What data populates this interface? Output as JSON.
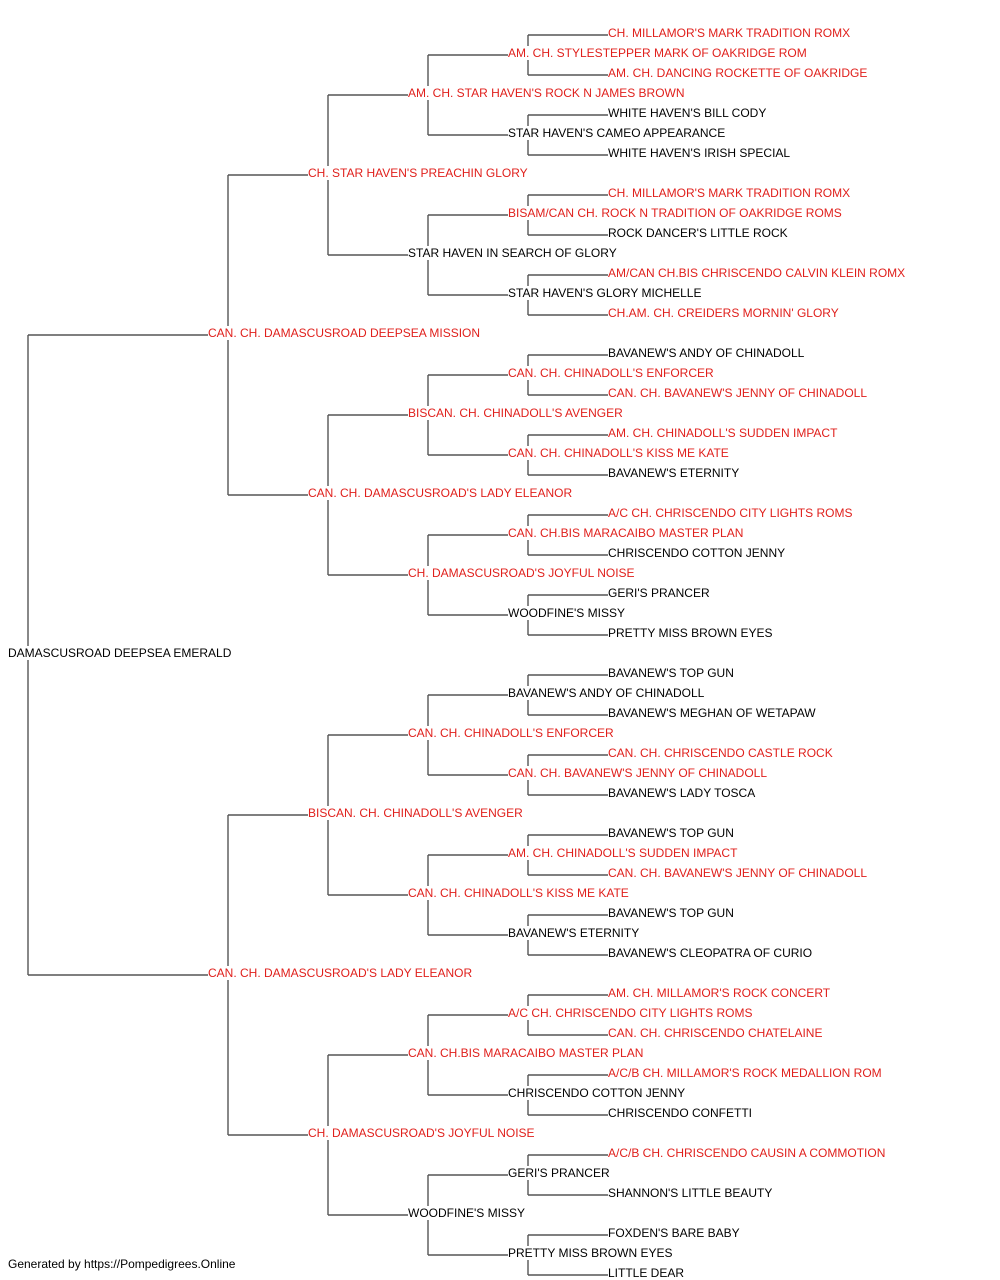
{
  "colors": {
    "champion": "#e0201c",
    "regular": "#000000",
    "connector": "#555555"
  },
  "subject": "DAMASCUSROAD DEEPSEA EMERALD",
  "pedigree": {
    "name": "DAMASCUSROAD DEEPSEA EMERALD",
    "champion": false,
    "sire": {
      "name": "CAN. CH. DAMASCUSROAD DEEPSEA MISSION",
      "champion": true,
      "sire": {
        "name": "CH. STAR HAVEN'S PREACHIN GLORY",
        "champion": true,
        "sire": {
          "name": "AM. CH. STAR HAVEN'S ROCK N JAMES BROWN",
          "champion": true,
          "sire": {
            "name": "AM. CH. STYLESTEPPER MARK OF OAKRIDGE ROM",
            "champion": true,
            "sire": {
              "name": "CH. MILLAMOR'S MARK TRADITION ROMX",
              "champion": true
            },
            "dam": {
              "name": "AM. CH. DANCING ROCKETTE OF OAKRIDGE",
              "champion": true
            }
          },
          "dam": {
            "name": "STAR HAVEN'S CAMEO APPEARANCE",
            "champion": false,
            "sire": {
              "name": "WHITE HAVEN'S BILL CODY",
              "champion": false
            },
            "dam": {
              "name": "WHITE HAVEN'S IRISH SPECIAL",
              "champion": false
            }
          }
        },
        "dam": {
          "name": "STAR HAVEN IN SEARCH OF GLORY",
          "champion": false,
          "sire": {
            "name": "BISAM/CAN CH. ROCK N TRADITION OF OAKRIDGE ROMS",
            "champion": true,
            "sire": {
              "name": "CH. MILLAMOR'S MARK TRADITION ROMX",
              "champion": true
            },
            "dam": {
              "name": "ROCK DANCER'S LITTLE ROCK",
              "champion": false
            }
          },
          "dam": {
            "name": "STAR HAVEN'S GLORY MICHELLE",
            "champion": false,
            "sire": {
              "name": "AM/CAN CH.BIS CHRISCENDO CALVIN KLEIN ROMX",
              "champion": true
            },
            "dam": {
              "name": "CH.AM. CH. CREIDERS MORNIN' GLORY",
              "champion": true
            }
          }
        }
      },
      "dam": {
        "name": "CAN. CH. DAMASCUSROAD'S LADY ELEANOR",
        "champion": true,
        "sire": {
          "name": "BISCAN. CH. CHINADOLL'S AVENGER",
          "champion": true,
          "sire": {
            "name": "CAN. CH. CHINADOLL'S ENFORCER",
            "champion": true,
            "sire": {
              "name": "BAVANEW'S ANDY OF CHINADOLL",
              "champion": false
            },
            "dam": {
              "name": "CAN. CH. BAVANEW'S JENNY OF CHINADOLL",
              "champion": true
            }
          },
          "dam": {
            "name": "CAN. CH. CHINADOLL'S KISS ME KATE",
            "champion": true,
            "sire": {
              "name": "AM. CH. CHINADOLL'S SUDDEN IMPACT",
              "champion": true
            },
            "dam": {
              "name": "BAVANEW'S ETERNITY",
              "champion": false
            }
          }
        },
        "dam": {
          "name": "CH. DAMASCUSROAD'S JOYFUL NOISE",
          "champion": true,
          "sire": {
            "name": "CAN. CH.BIS MARACAIBO MASTER PLAN",
            "champion": true,
            "sire": {
              "name": "A/C CH. CHRISCENDO CITY LIGHTS ROMS",
              "champion": true
            },
            "dam": {
              "name": "CHRISCENDO COTTON JENNY",
              "champion": false
            }
          },
          "dam": {
            "name": "WOODFINE'S MISSY",
            "champion": false,
            "sire": {
              "name": "GERI'S PRANCER",
              "champion": false
            },
            "dam": {
              "name": "PRETTY MISS BROWN EYES",
              "champion": false
            }
          }
        }
      }
    },
    "dam": {
      "name": "CAN. CH. DAMASCUSROAD'S LADY ELEANOR",
      "champion": true,
      "sire": {
        "name": "BISCAN. CH. CHINADOLL'S AVENGER",
        "champion": true,
        "sire": {
          "name": "CAN. CH. CHINADOLL'S ENFORCER",
          "champion": true,
          "sire": {
            "name": "BAVANEW'S ANDY OF CHINADOLL",
            "champion": false,
            "sire": {
              "name": "BAVANEW'S TOP GUN",
              "champion": false
            },
            "dam": {
              "name": "BAVANEW'S MEGHAN OF WETAPAW",
              "champion": false
            }
          },
          "dam": {
            "name": "CAN. CH. BAVANEW'S JENNY OF CHINADOLL",
            "champion": true,
            "sire": {
              "name": "CAN. CH. CHRISCENDO CASTLE ROCK",
              "champion": true
            },
            "dam": {
              "name": "BAVANEW'S LADY TOSCA",
              "champion": false
            }
          }
        },
        "dam": {
          "name": "CAN. CH. CHINADOLL'S KISS ME KATE",
          "champion": true,
          "sire": {
            "name": "AM. CH. CHINADOLL'S SUDDEN IMPACT",
            "champion": true,
            "sire": {
              "name": "BAVANEW'S TOP GUN",
              "champion": false
            },
            "dam": {
              "name": "CAN. CH. BAVANEW'S JENNY OF CHINADOLL",
              "champion": true
            }
          },
          "dam": {
            "name": "BAVANEW'S ETERNITY",
            "champion": false,
            "sire": {
              "name": "BAVANEW'S TOP GUN",
              "champion": false
            },
            "dam": {
              "name": "BAVANEW'S CLEOPATRA OF CURIO",
              "champion": false
            }
          }
        }
      },
      "dam": {
        "name": "CH. DAMASCUSROAD'S JOYFUL NOISE",
        "champion": true,
        "sire": {
          "name": "CAN. CH.BIS MARACAIBO MASTER PLAN",
          "champion": true,
          "sire": {
            "name": "A/C CH. CHRISCENDO CITY LIGHTS ROMS",
            "champion": true,
            "sire": {
              "name": "AM. CH. MILLAMOR'S ROCK CONCERT",
              "champion": true
            },
            "dam": {
              "name": "CAN. CH. CHRISCENDO CHATELAINE",
              "champion": true
            }
          },
          "dam": {
            "name": "CHRISCENDO COTTON JENNY",
            "champion": false,
            "sire": {
              "name": "A/C/B CH. MILLAMOR'S ROCK MEDALLION ROM",
              "champion": true
            },
            "dam": {
              "name": "CHRISCENDO CONFETTI",
              "champion": false
            }
          }
        },
        "dam": {
          "name": "WOODFINE'S MISSY",
          "champion": false,
          "sire": {
            "name": "GERI'S PRANCER",
            "champion": false,
            "sire": {
              "name": "A/C/B CH. CHRISCENDO CAUSIN A COMMOTION",
              "champion": true
            },
            "dam": {
              "name": "SHANNON'S LITTLE BEAUTY",
              "champion": false
            }
          },
          "dam": {
            "name": "PRETTY MISS BROWN EYES",
            "champion": false,
            "sire": {
              "name": "FOXDEN'S BARE BABY",
              "champion": false
            },
            "dam": {
              "name": "LITTLE DEAR",
              "champion": false
            }
          }
        }
      }
    }
  },
  "footer": "Generated by https://Pompedigrees.Online"
}
